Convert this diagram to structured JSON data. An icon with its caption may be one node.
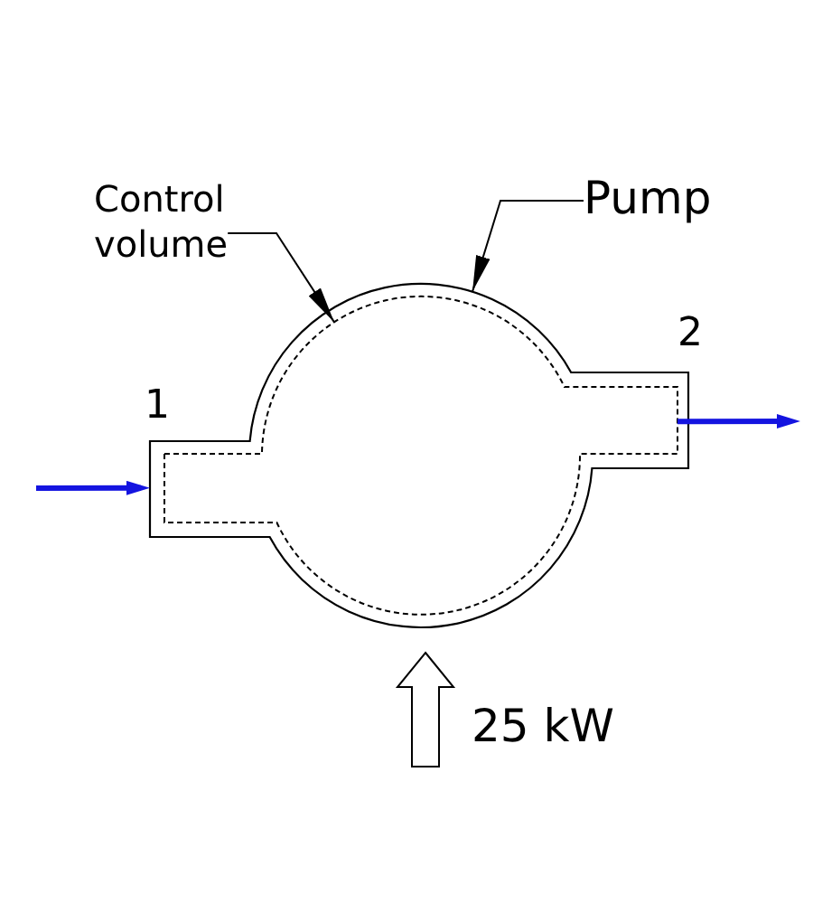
{
  "diagram": {
    "nodes": [
      {
        "text": [
          "Control volume"
        ]
      },
      {
        "text": [
          "Pump"
        ]
      },
      {
        "text": [],
        "shape": "picture"
      },
      {
        "text": [],
        "shape": "outline",
        "in": 2
      }
    ],
    "edges": [
      {
        "from": 0,
        "to": 3,
        "arrow": "to"
      },
      {
        "from": 1,
        "to": 2,
        "arrow": "to"
      },
      {
        "from": null,
        "to": 2,
        "arrow": "to",
        "style": "thick",
        "color": "#1414e0"
      },
      {
        "from": 3,
        "to": null,
        "arrow": "to",
        "style": "thick",
        "color": "#1414e0"
      }
    ],
    "labels": [
      "1",
      "2",
      "25 kW"
    ]
  }
}
